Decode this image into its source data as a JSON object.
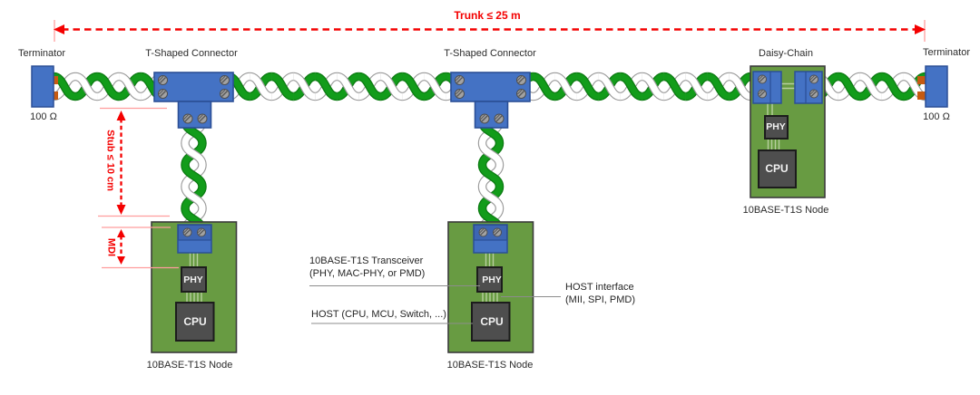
{
  "measurements": {
    "trunk": "Trunk ≤ 25 m",
    "stub": "Stub ≤ 10 cm",
    "mdi": "MDI"
  },
  "terminators": {
    "left": {
      "label": "Terminator",
      "impedance": "100 Ω"
    },
    "right": {
      "label": "Terminator",
      "impedance": "100 Ω"
    }
  },
  "connectors": {
    "t1": {
      "label": "T-Shaped Connector"
    },
    "t2": {
      "label": "T-Shaped Connector"
    },
    "daisy": {
      "label": "Daisy-Chain"
    }
  },
  "nodes": {
    "node1": {
      "label": "10BASE-T1S Node",
      "phy": "PHY",
      "cpu": "CPU"
    },
    "node2": {
      "label": "10BASE-T1S Node",
      "phy": "PHY",
      "cpu": "CPU"
    },
    "node3": {
      "label": "10BASE-T1S Node",
      "phy": "PHY",
      "cpu": "CPU"
    }
  },
  "callouts": {
    "transceiver": {
      "line1": "10BASE-T1S Transceiver",
      "line2": "(PHY, MAC-PHY, or PMD)"
    },
    "host": {
      "line1": "HOST (CPU, MCU, Switch, ...)"
    },
    "host_interface": {
      "line1": "HOST interface",
      "line2": "(MII, SPI, PMD)"
    }
  },
  "colors": {
    "wire_green": "#129c1a",
    "wire_green_dark": "#0b7a11",
    "wire_white": "#ffffff",
    "wire_white_edge": "#9a9a9a",
    "board_green": "#689b42",
    "board_border": "#3b3b3b",
    "connector_blue": "#4472c4",
    "connector_border": "#2b4f96",
    "chip_gray": "#4e4e4e",
    "chip_border": "#1c1c1c",
    "terminator_pad": "#c55a11",
    "bus_green": "#b7cf9f",
    "screw_gray": "#a2a2a2",
    "annotation_red": "#f40000",
    "guide_pink": "#ff9d9d",
    "annotation_gray": "#8c8c8c"
  }
}
